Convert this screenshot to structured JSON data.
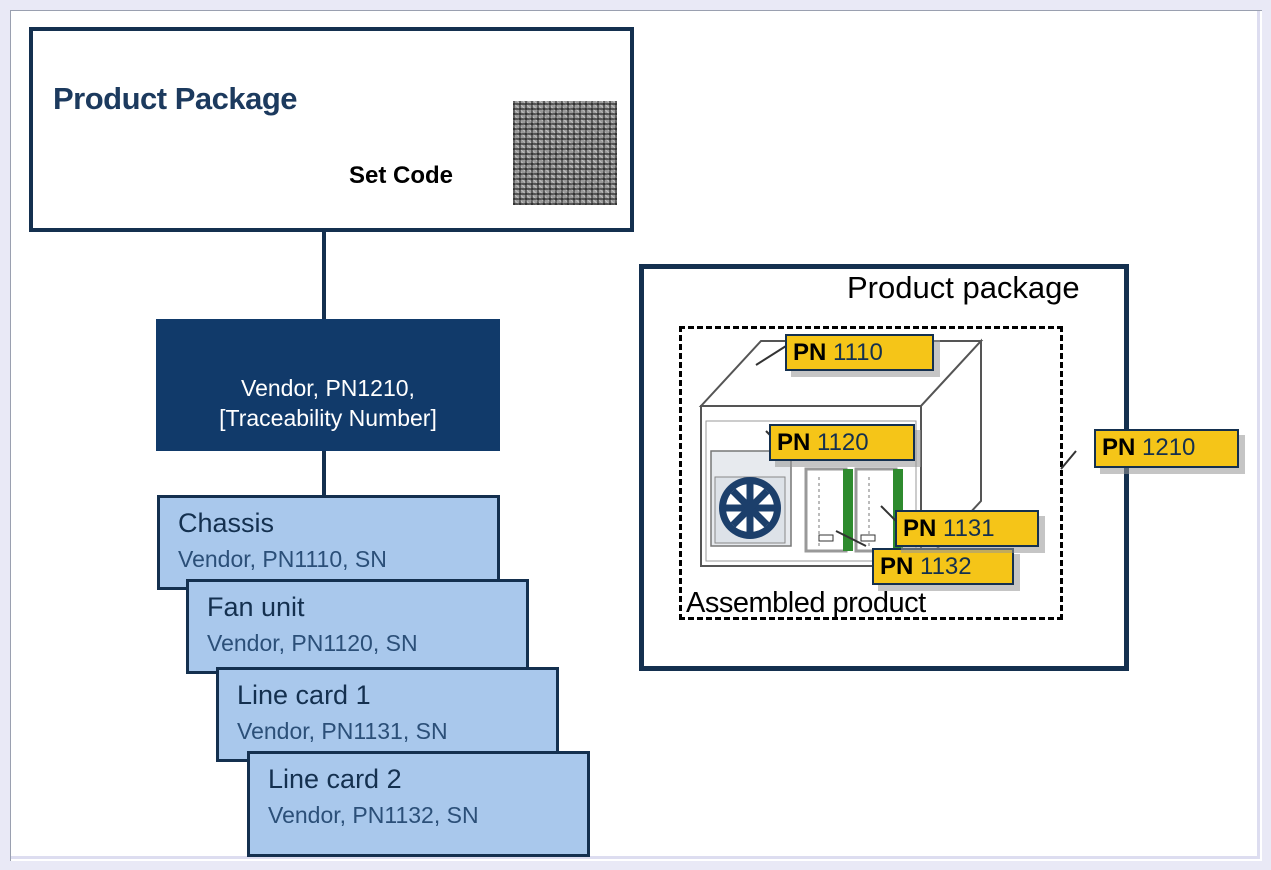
{
  "top_package": {
    "title": "Product Package",
    "set_code_label": "Set Code"
  },
  "vendor_box": {
    "line1": "Vendor, PN1210,",
    "line2": "[Traceability Number]"
  },
  "cards": [
    {
      "title": "Chassis",
      "subtitle": "Vendor, PN1110, SN"
    },
    {
      "title": "Fan unit",
      "subtitle": "Vendor, PN1120, SN"
    },
    {
      "title": "Line card 1",
      "subtitle": "Vendor, PN1131, SN"
    },
    {
      "title": "Line card 2",
      "subtitle": "Vendor, PN1132, SN"
    }
  ],
  "right_package": {
    "title": "Product package",
    "assembled_label": "Assembled product"
  },
  "pn_tags": [
    {
      "prefix": "PN",
      "number": "1110"
    },
    {
      "prefix": "PN",
      "number": "1120"
    },
    {
      "prefix": "PN",
      "number": "1210"
    },
    {
      "prefix": "PN",
      "number": "1131"
    },
    {
      "prefix": "PN",
      "number": "1132"
    }
  ],
  "colors": {
    "navy": "#14304f",
    "dark_blue_box": "#113a6a",
    "light_blue_card": "#a9c8ec",
    "tag_yellow": "#f5c518",
    "fan_blue": "#1c3f6b",
    "board_green": "#2e8b2e"
  }
}
